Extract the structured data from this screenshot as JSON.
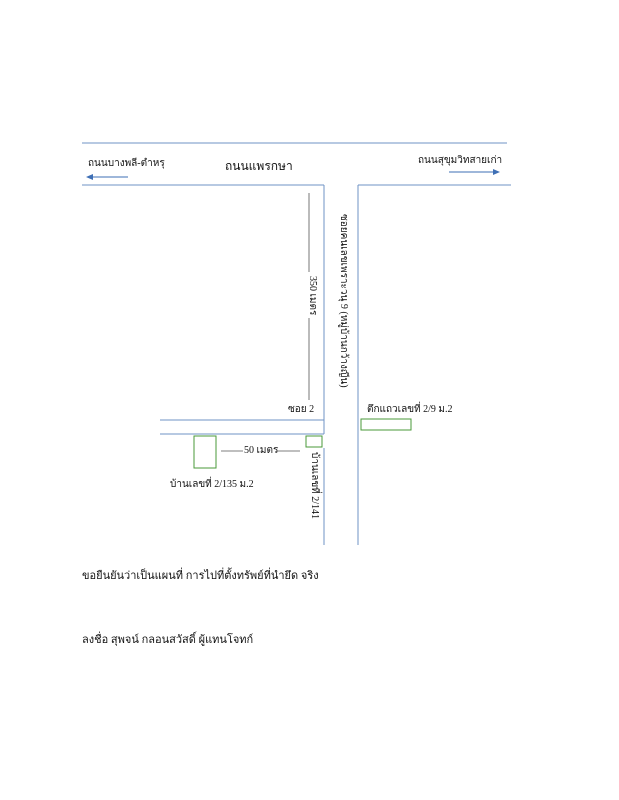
{
  "map": {
    "road_main": "ถนนแพรกษา",
    "direction_left": "ถนนบางพลี-ตำหรุ",
    "direction_right": "ถนนสุขุมวิทสายเก่า",
    "soi_main": "ซอยคนเลขเพราะวนุ 9 (หมู่บ้านกว้างญีน)",
    "distance_350": "350 เมตร",
    "soi_2": "ซอย 2",
    "shophouse": "ตึกแถวเลขที่ 2/9 ม.2",
    "distance_50": "50 เมตร",
    "house_2_135": "บ้านเลขที่ 2/135 ม.2",
    "house_2_141": "บ้านเลขที่ 2/141"
  },
  "notes": {
    "certify": "ขอยืนยันว่าเป็นแผนที่ การไปที่ตั้งทรัพย์ที่นำยึด จริง",
    "signature": "ลงชื่อ สุพจน์ กลอนสวัสดิ์ ผู้แทนโจทก์"
  },
  "colors": {
    "road_line": "#6f93c6",
    "arrow": "#3e6fb5",
    "building_outline": "#4a9a3a"
  }
}
